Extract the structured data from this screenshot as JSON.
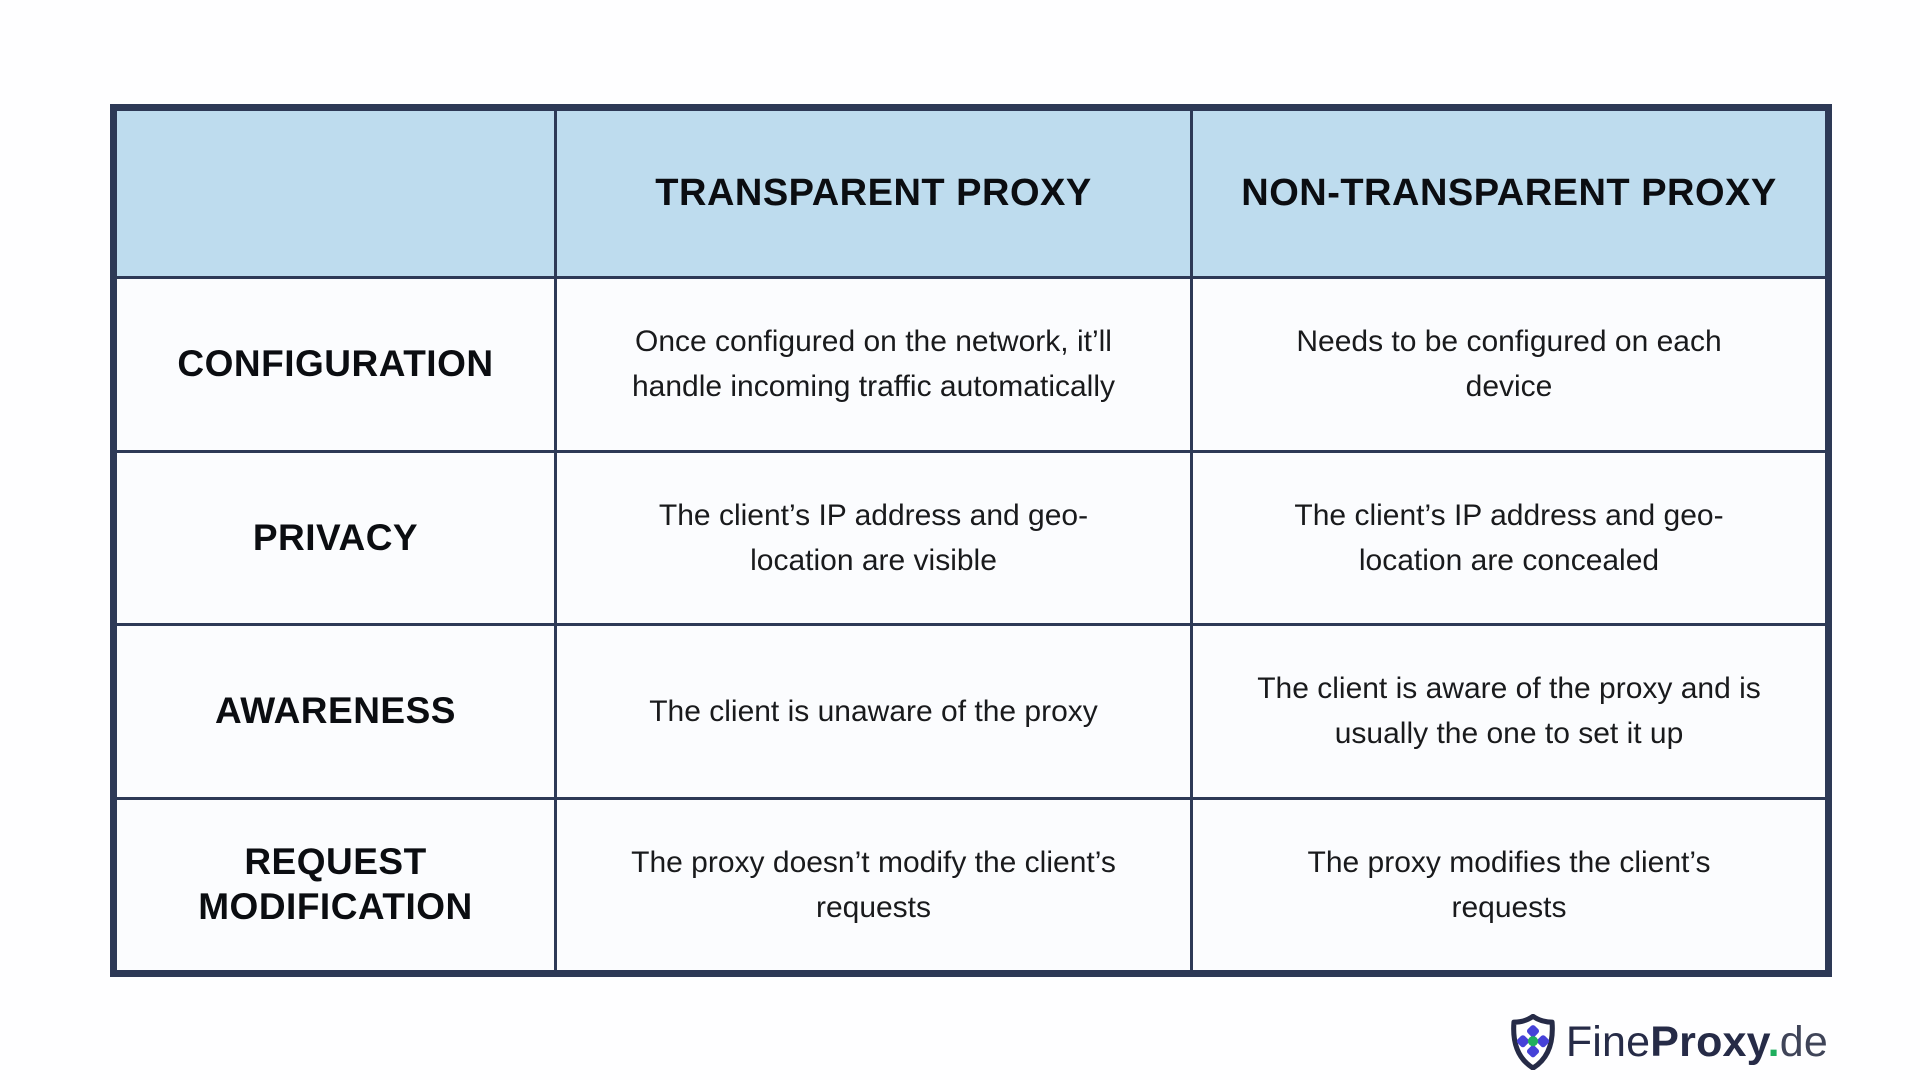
{
  "table": {
    "header": {
      "columns": [
        "",
        "TRANSPARENT PROXY",
        "NON-TRANSPARENT PROXY"
      ]
    },
    "rows": [
      {
        "label": "CONFIGURATION",
        "transparent": "Once configured on the network, it’ll\nhandle incoming traffic automatically",
        "non_transparent": "Needs to be configured on each\ndevice"
      },
      {
        "label": "PRIVACY",
        "transparent": "The client’s IP address and geo-\nlocation are visible",
        "non_transparent": "The client’s IP address and geo-\nlocation are concealed"
      },
      {
        "label": "AWARENESS",
        "transparent": "The client is unaware of the proxy",
        "non_transparent": "The client is aware of the proxy and is\nusually the one to set it up"
      },
      {
        "label": "REQUEST\nMODIFICATION",
        "transparent": "The proxy doesn’t modify the client’s\nrequests",
        "non_transparent": "The proxy modifies the client’s\nrequests"
      }
    ],
    "colors": {
      "header_bg": "#bedcee",
      "cell_bg": "#fbfcfe",
      "gridline": "#2d3956",
      "text": "#191a1c"
    }
  },
  "logo": {
    "fine": "Fine",
    "proxy": "Proxy",
    "dot": ".",
    "tld": "de",
    "icon": "shield-icon",
    "colors": {
      "navy": "#262b47",
      "indigo": "#4642d8",
      "green": "#1fae5e"
    }
  }
}
